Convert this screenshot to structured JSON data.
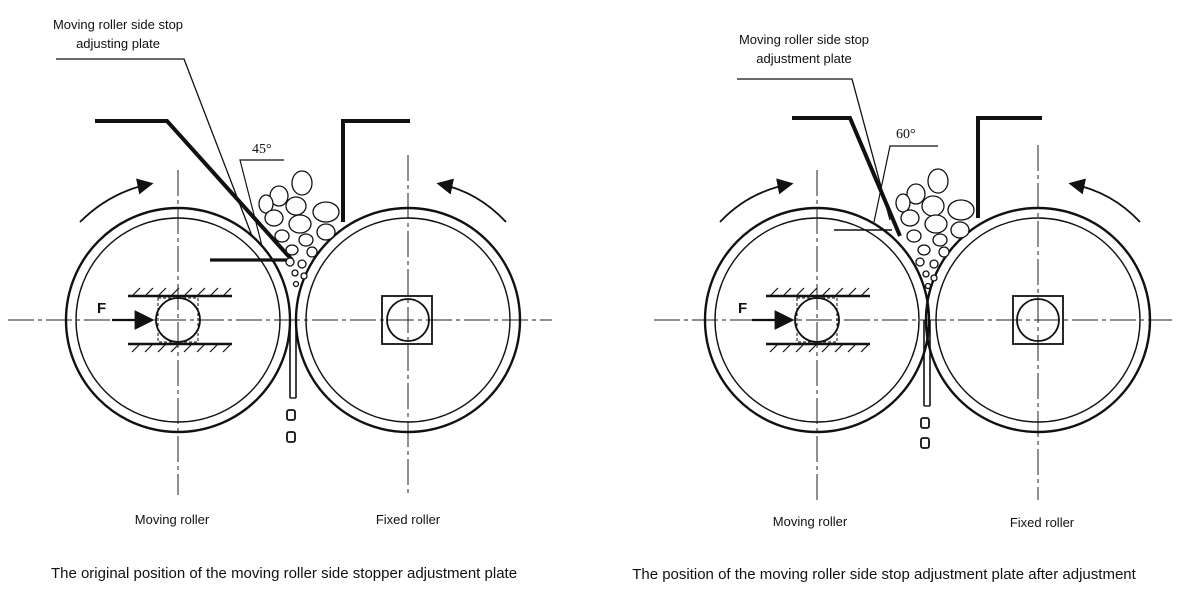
{
  "left": {
    "plate_label": [
      "Moving roller side stop",
      "adjusting plate"
    ],
    "angle": "45°",
    "force": "F",
    "moving_roller": "Moving roller",
    "fixed_roller": "Fixed roller",
    "caption": "The original position of the moving roller side stopper adjustment plate"
  },
  "right": {
    "plate_label": [
      "Moving roller side stop",
      "adjustment plate"
    ],
    "angle": "60°",
    "force": "F",
    "moving_roller": "Moving roller",
    "fixed_roller": "Fixed roller",
    "caption": "The position of the moving roller side stop adjustment plate after adjustment"
  }
}
